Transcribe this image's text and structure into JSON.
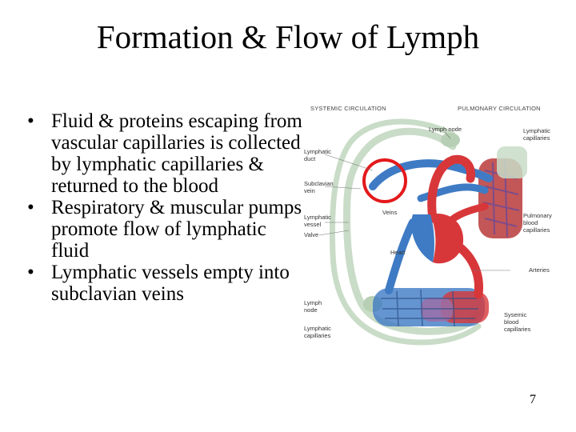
{
  "slide": {
    "title": "Formation & Flow of Lymph",
    "bullets": [
      "Fluid & proteins escaping from vascular capillaries is collected by lymphatic capillaries & returned to the blood",
      "Respiratory & muscular pumps promote flow of lymphatic fluid",
      "Lymphatic vessels empty into subclavian veins"
    ],
    "bullet_char": "•",
    "page_number": "7"
  },
  "diagram": {
    "headers": {
      "systemic": "SYSTEMIC CIRCULATION",
      "pulmonary": "PULMONARY CIRCULATION"
    },
    "labels": {
      "lymph_node_top": "Lymph node",
      "lymphatic_capillaries_top_1": "Lymphatic",
      "lymphatic_capillaries_top_2": "capillaries",
      "lymphatic_duct_1": "Lymphatic",
      "lymphatic_duct_2": "duct",
      "subclavian_vein_1": "Subclavian",
      "subclavian_vein_2": "vein",
      "veins": "Veins",
      "lymphatic_vessel_1": "Lymphatic",
      "lymphatic_vessel_2": "vessel",
      "valve": "Valve",
      "heart": "Heart",
      "pulmonary_blood_1": "Pulmonary",
      "pulmonary_blood_2": "blood",
      "pulmonary_blood_3": "capillaries",
      "arteries": "Arteries",
      "lymph_node_bottom_1": "Lymph",
      "lymph_node_bottom_2": "node",
      "lymphatic_capillaries_bottom_1": "Lymphatic",
      "lymphatic_capillaries_bottom_2": "capillaries",
      "systemic_blood_1": "Sysemic",
      "systemic_blood_2": "blood",
      "systemic_blood_3": "capillaries"
    },
    "colors": {
      "artery": "#d8373a",
      "vein": "#3f7bc4",
      "lymph": "#c9dcc7",
      "highlight_circle": "#e3191c",
      "capillary_mix": "#9a6fa8"
    }
  }
}
